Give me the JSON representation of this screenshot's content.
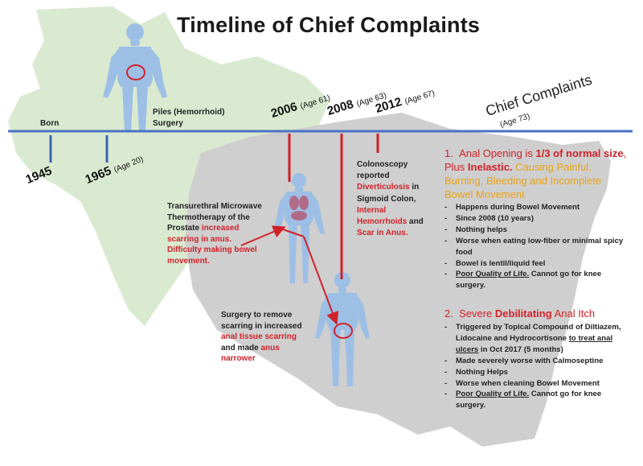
{
  "title": "Timeline of Chief Complaints",
  "colors": {
    "timeline": "#4a72c4",
    "marker_early": "#3a64b4",
    "marker_recent": "#cc2128",
    "accent_red": "#d0222a",
    "accent_orange": "#e8a317",
    "map_green": "#d9ead0",
    "map_gray": "#cfcfcf",
    "figure_blue": "#9dbfe6"
  },
  "events": {
    "born": {
      "label": "Born",
      "year": "1945"
    },
    "e1965": {
      "year": "1965",
      "age": "(Age 20)",
      "line1": "Piles (Hemorrhoid)",
      "line2": "Surgery"
    },
    "e2006": {
      "year": "2006",
      "age": "(Age 61)",
      "p1": "Transurethral Microwave Thermotherapy of the Prostate ",
      "p2": "increased scarring in anus. Difficulty making bowel movement."
    },
    "e2008": {
      "year": "2008",
      "age": "(Age 63)",
      "p1": "Surgery to remove scarring in increased ",
      "p2": "anal tissue scarring",
      "p3": " and made ",
      "p4": "anus narrower"
    },
    "e2012": {
      "year": "2012",
      "age": "(Age 67)",
      "p1": "Colonoscopy reported ",
      "p2": "Diverticulosis",
      "p3": " in Sigmoid Colon, ",
      "p4": "Internal Hemorrhoids",
      "p5": " and ",
      "p6": "Scar in Anus."
    }
  },
  "chief": {
    "heading": "Chief Complaints",
    "age": "(Age 73)",
    "c1": {
      "num": "1.",
      "t1": "Anal Opening is ",
      "t2": "1/3 of normal size",
      "t3": ", Plus ",
      "t4": "Inelastic.",
      "t5": " Causing Painful, Burning, Bleeding and Incomplete Bowel Movement",
      "bullets": [
        "Happens during Bowel Movement",
        "Since 2008 (10 years)",
        "Nothing helps",
        "Worse when eating low-fiber or minimal spicy food",
        "Bowel is lentil/liquid feel"
      ],
      "last_u": "Poor Quality of Life.",
      "last_rest": " Cannot go for knee surgery."
    },
    "c2": {
      "num": "2.",
      "t1": "Severe ",
      "t2": "Debilitating",
      "t3": " Anal Itch",
      "b1_a": "Triggered by Topical Compound of Diltiazem, Lidocaine and Hydrocortisone ",
      "b1_u": "to treat anal ulcers",
      "b1_b": " in Oct 2017 (5 months)",
      "bullets": [
        "Made severely worse with Calmoseptine",
        "Nothing Helps",
        "Worse when cleaning Bowel Movement"
      ],
      "last_u": "Poor Quality of Life.",
      "last_rest": " Cannot go for knee surgery."
    }
  }
}
